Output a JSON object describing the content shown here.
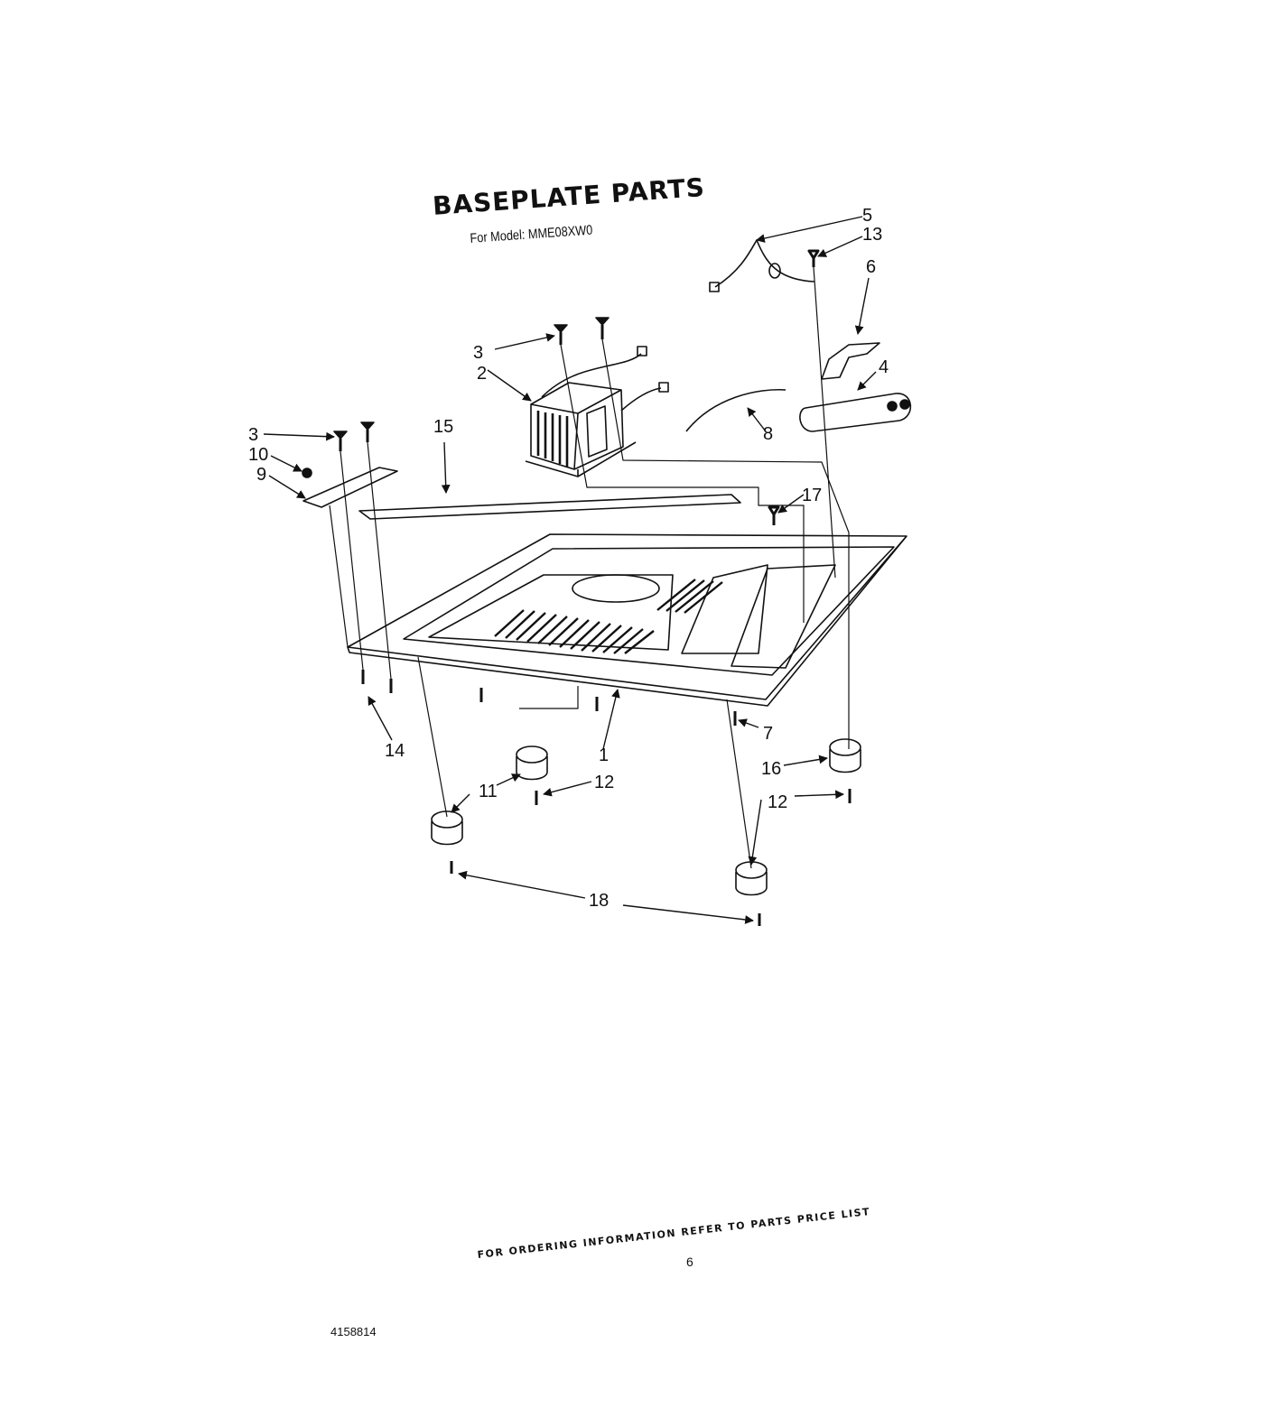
{
  "title": "BASEPLATE PARTS",
  "subtitle": "For Model: MME08XW0",
  "callouts": {
    "c1": "1",
    "c2": "2",
    "c3a": "3",
    "c3b": "3",
    "c4": "4",
    "c5": "5",
    "c6": "6",
    "c7": "7",
    "c8": "8",
    "c9": "9",
    "c10": "10",
    "c11": "11",
    "c12a": "12",
    "c12b": "12",
    "c13": "13",
    "c14": "14",
    "c15": "15",
    "c16": "16",
    "c17": "17",
    "c18": "18"
  },
  "footer": {
    "ordering_note": "FOR ORDERING INFORMATION REFER TO PARTS PRICE LIST",
    "page_number": "6",
    "document_code": "4158814"
  }
}
